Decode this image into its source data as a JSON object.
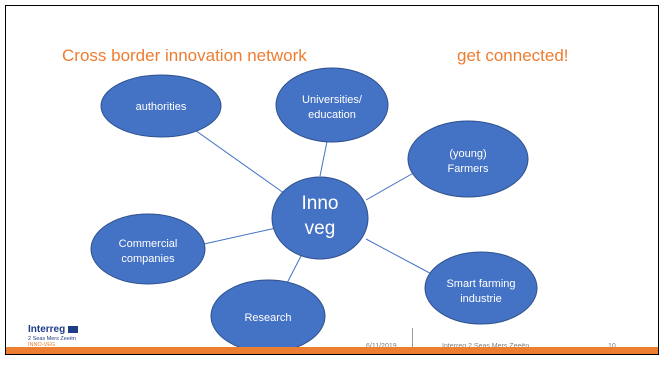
{
  "slide": {
    "title_left": "Cross border innovation network",
    "title_right": "get connected!",
    "center_node": {
      "line1": "Inno",
      "line2": "veg"
    },
    "nodes": [
      {
        "id": "authorities",
        "lines": [
          "authorities"
        ]
      },
      {
        "id": "universities",
        "lines": [
          "Universities/",
          "education"
        ]
      },
      {
        "id": "farmers",
        "lines": [
          "(young)",
          "Farmers"
        ]
      },
      {
        "id": "commercial",
        "lines": [
          "Commercial",
          "companies"
        ]
      },
      {
        "id": "research",
        "lines": [
          "Research"
        ]
      },
      {
        "id": "smart-farming",
        "lines": [
          "Smart farming",
          "industrie"
        ]
      }
    ],
    "footer": {
      "date": "6/11/2019",
      "program": "Interreg 2 Seas Mers Zeeën",
      "page_number": "10"
    },
    "logo": {
      "line1": "Interreg",
      "line2": "2 Seas Mers Zeeën",
      "line3": "INNO-VEG"
    },
    "colors": {
      "node_fill": "#4472C4",
      "node_stroke": "#2F528F",
      "title": "#ED7D31",
      "connector": "#4472C4",
      "footer_bar": "#ED7D31"
    }
  }
}
